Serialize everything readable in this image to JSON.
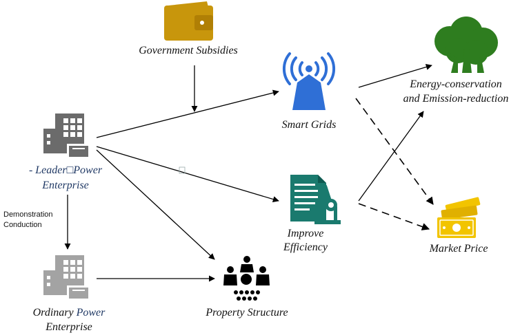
{
  "nodes": {
    "government_subsidies": {
      "label": "Government Subsidies",
      "icon": "wallet-icon",
      "color": "#c8960c"
    },
    "smart_grids": {
      "label": "Smart Grids",
      "icon": "signal-tower-icon",
      "color": "#2f6fd6"
    },
    "energy_conservation": {
      "line1": "Energy-conservation",
      "line2": "and Emission-reduction",
      "icon": "trees-icon",
      "color": "#2e7d1f"
    },
    "leader_enterprise": {
      "line1": "- Leader□Power",
      "line2": "Enterprise",
      "icon": "office-building-icon",
      "color": "#6b6b6b"
    },
    "improve_efficiency": {
      "line1": "Improve",
      "line2": "Efficiency",
      "icon": "document-microscope-icon",
      "color": "#1a7a6e"
    },
    "market_price": {
      "label": "Market Price",
      "icon": "banknotes-icon",
      "color": "#f2c400"
    },
    "ordinary_enterprise": {
      "line1_a": "Ordinary ",
      "line1_b": "Power",
      "line2": "Enterprise",
      "icon": "office-building-icon",
      "color": "#a3a3a3"
    },
    "property_structure": {
      "label": "Property Structure",
      "icon": "people-group-icon",
      "color": "#000000"
    }
  },
  "edge_labels": {
    "demonstration_line1": "Demonstration",
    "demonstration_line2": "Conduction"
  },
  "edges": [
    {
      "from": "government_subsidies",
      "to": "smart_grids_edge",
      "style": "solid"
    },
    {
      "from": "leader_enterprise",
      "to": "smart_grids",
      "style": "solid"
    },
    {
      "from": "leader_enterprise",
      "to": "improve_efficiency",
      "style": "solid"
    },
    {
      "from": "leader_enterprise",
      "to": "property_structure",
      "style": "solid"
    },
    {
      "from": "leader_enterprise",
      "to": "ordinary_enterprise",
      "style": "solid"
    },
    {
      "from": "ordinary_enterprise",
      "to": "property_structure",
      "style": "solid"
    },
    {
      "from": "smart_grids",
      "to": "energy_conservation",
      "style": "solid"
    },
    {
      "from": "improve_efficiency",
      "to": "energy_conservation",
      "style": "solid"
    },
    {
      "from": "smart_grids",
      "to": "market_price",
      "style": "dashed"
    },
    {
      "from": "improve_efficiency",
      "to": "market_price",
      "style": "dashed"
    }
  ]
}
